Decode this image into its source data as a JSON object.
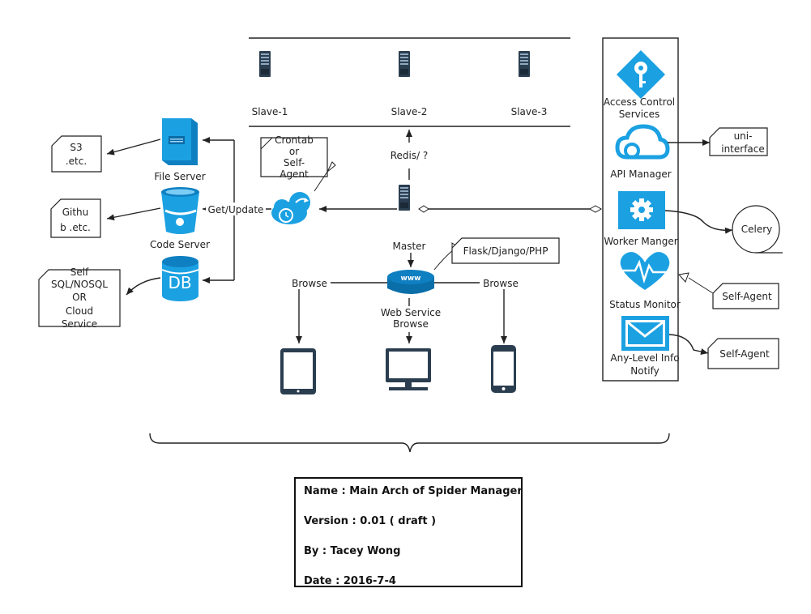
{
  "slaves": [
    "Slave-1",
    "Slave-2",
    "Slave-3"
  ],
  "master": "Master",
  "redis": "Redis/ ?",
  "crontab": [
    "Crontab",
    "or",
    "Self-",
    "Agent"
  ],
  "get_update": "Get/Update",
  "file_server": "File Server",
  "code_server": "Code Server",
  "db_icon_text": "DB",
  "web_service": [
    "Web Service",
    "Browse"
  ],
  "www": "www",
  "browse_left": "Browse",
  "browse_right": "Browse",
  "flask": "Flask/Django/PHP",
  "s3": [
    "S3",
    ".etc."
  ],
  "github": [
    "Githu",
    "b .etc."
  ],
  "sql": [
    "Self",
    "SQL/NOSQL",
    "OR",
    "Cloud",
    "Service"
  ],
  "services": {
    "access": [
      "Access Control",
      "Services"
    ],
    "api": "API Manager",
    "worker": "Worker Manger",
    "status": "Status Monitor",
    "notify": [
      "Any-Level Info",
      "Notify"
    ]
  },
  "uni": [
    "uni-",
    "interface"
  ],
  "celery": "Celery",
  "self_agent_1": "Self-Agent",
  "self_agent_2": "Self-Agent",
  "info": {
    "name": "Name : Main Arch of Spider Manager",
    "version": "Version  :  0.01 ( draft )",
    "by": "By : Tacey Wong",
    "date": "Date : 2016-7-4"
  }
}
